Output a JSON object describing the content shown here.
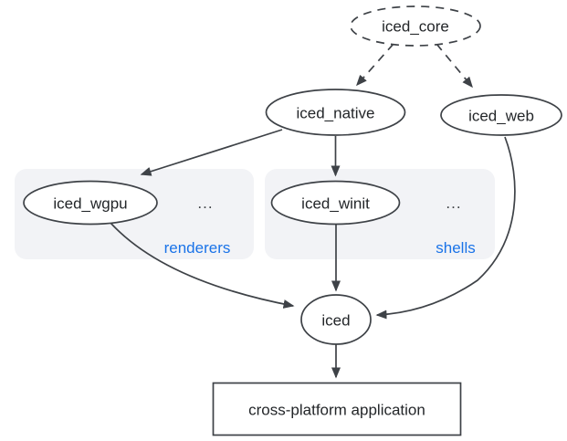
{
  "diagram": {
    "nodes": {
      "iced_core": {
        "label": "iced_core",
        "shape": "ellipse",
        "border": "dashed"
      },
      "iced_native": {
        "label": "iced_native",
        "shape": "ellipse",
        "border": "solid"
      },
      "iced_web": {
        "label": "iced_web",
        "shape": "ellipse",
        "border": "solid"
      },
      "iced_wgpu": {
        "label": "iced_wgpu",
        "shape": "ellipse",
        "border": "solid",
        "group": "renderers"
      },
      "iced_winit": {
        "label": "iced_winit",
        "shape": "ellipse",
        "border": "solid",
        "group": "shells"
      },
      "iced": {
        "label": "iced",
        "shape": "ellipse",
        "border": "solid"
      },
      "application": {
        "label": "cross-platform application",
        "shape": "rectangle",
        "border": "solid"
      }
    },
    "groups": {
      "renderers": {
        "label": "renderers",
        "ellipsis": "..."
      },
      "shells": {
        "label": "shells",
        "ellipsis": "..."
      }
    },
    "edges": [
      {
        "from": "iced_core",
        "to": "iced_native",
        "style": "dashed"
      },
      {
        "from": "iced_core",
        "to": "iced_web",
        "style": "dashed"
      },
      {
        "from": "iced_native",
        "to": "iced_wgpu",
        "style": "solid"
      },
      {
        "from": "iced_native",
        "to": "iced_winit",
        "style": "solid"
      },
      {
        "from": "iced_wgpu",
        "to": "iced",
        "style": "solid"
      },
      {
        "from": "iced_winit",
        "to": "iced",
        "style": "solid"
      },
      {
        "from": "iced_web",
        "to": "iced",
        "style": "solid"
      },
      {
        "from": "iced",
        "to": "application",
        "style": "solid"
      }
    ],
    "colors": {
      "background": "#ffffff",
      "stroke": "#3e4247",
      "text": "#232629",
      "group_label": "#1a73e8",
      "group_fill": "#f2f3f6",
      "ellipsis": "#3c4043"
    }
  }
}
